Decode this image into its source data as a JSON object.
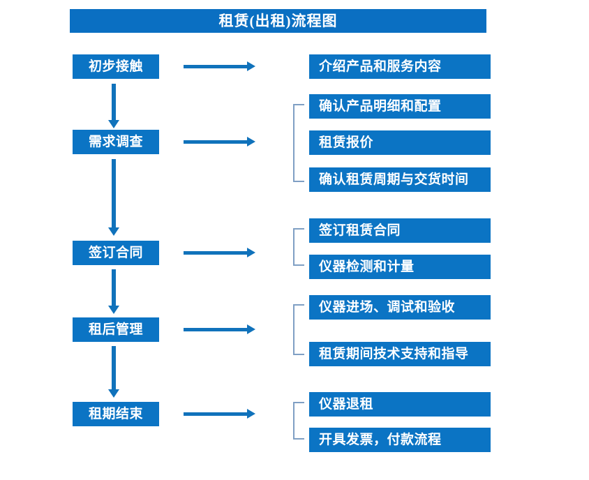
{
  "diagram": {
    "title": "租赁(出租)流程图",
    "colors": {
      "box_blue": "#0b74c4",
      "title_blue": "#0a6fc2",
      "arrow_blue": "#1072bb",
      "bracket_blue": "#7f9fc4",
      "text_white": "#ffffff",
      "background": "#ffffff"
    },
    "stages": [
      {
        "label": "初步接触"
      },
      {
        "label": "需求调查"
      },
      {
        "label": "签订合同"
      },
      {
        "label": "租后管理"
      },
      {
        "label": "租期结束"
      }
    ],
    "details": [
      {
        "label": "介绍产品和服务内容"
      },
      {
        "label": "确认产品明细和配置"
      },
      {
        "label": "租赁报价"
      },
      {
        "label": "确认租赁周期与交货时间"
      },
      {
        "label": "签订租赁合同"
      },
      {
        "label": "仪器检测和计量"
      },
      {
        "label": "仪器进场、调试和验收"
      },
      {
        "label": "租赁期间技术支持和指导"
      },
      {
        "label": "仪器退租"
      },
      {
        "label": "开具发票，付款流程"
      }
    ]
  }
}
